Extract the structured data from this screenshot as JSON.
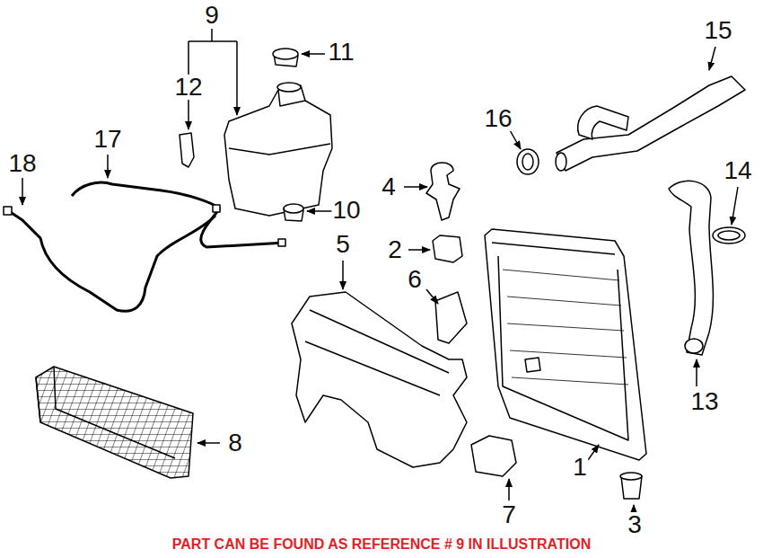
{
  "diagram": {
    "caption": "PART CAN BE FOUND AS REFERENCE # 9 IN ILLUSTRATION",
    "labels": [
      "9",
      "15",
      "11",
      "12",
      "16",
      "17",
      "18",
      "14",
      "4",
      "10",
      "5",
      "2",
      "6",
      "13",
      "8",
      "1",
      "7",
      "3"
    ]
  }
}
